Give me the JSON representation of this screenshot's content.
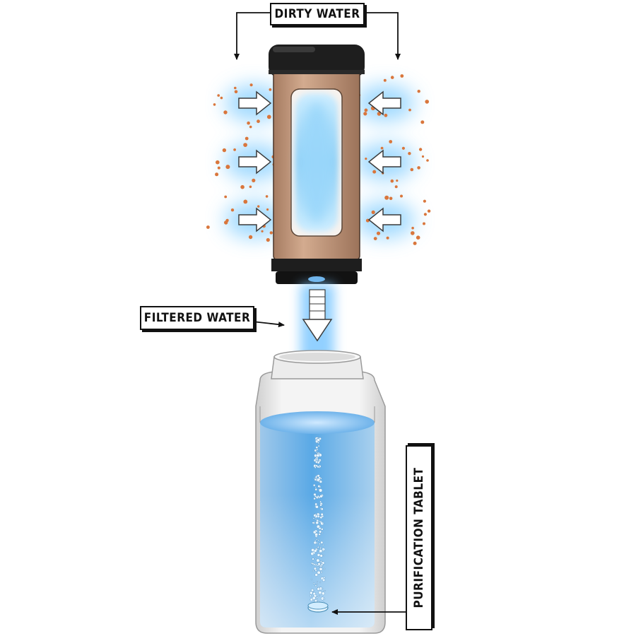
{
  "labels": {
    "dirty_water": "DIRTY WATER",
    "filtered_water": "FILTERED WATER",
    "purification_tablet": "PURIFICATION TABLET"
  },
  "colors": {
    "filter_body": "#c49a7f",
    "filter_cap": "#1a1a1a",
    "water": "#8fc8ee",
    "glow": "#7ec8ff",
    "particle": "#d9763c"
  }
}
